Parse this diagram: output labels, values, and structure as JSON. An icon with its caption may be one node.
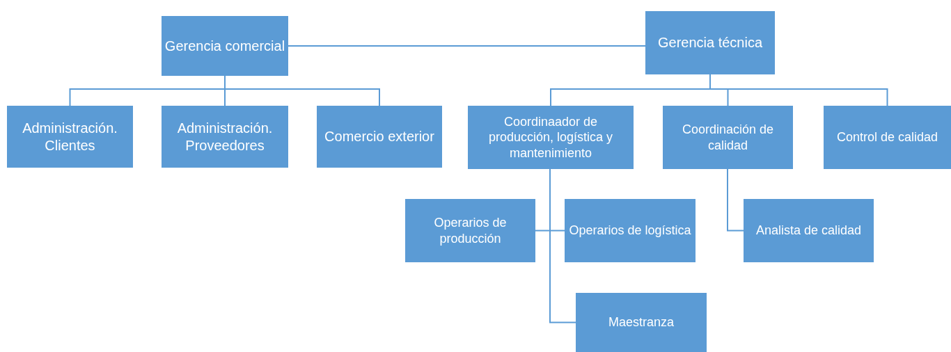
{
  "diagram": {
    "nodes": [
      {
        "text": [
          "Gerencia comercial"
        ]
      },
      {
        "text": [
          "Gerencia técnica"
        ]
      },
      {
        "text": [
          "Administración. Clientes"
        ]
      },
      {
        "text": [
          "Administración. Proveedores"
        ]
      },
      {
        "text": [
          "Comercio exterior"
        ]
      },
      {
        "text": [
          "Coordinaador de producción, logística y mantenimiento"
        ]
      },
      {
        "text": [
          "Coordinación de calidad"
        ]
      },
      {
        "text": [
          "Control de calidad"
        ]
      },
      {
        "text": [
          "Operarios de producción"
        ]
      },
      {
        "text": [
          "Operarios de logística"
        ]
      },
      {
        "text": [
          "Analista de calidad"
        ]
      },
      {
        "text": [
          "Maestranza"
        ]
      }
    ],
    "edges": [
      {
        "from": 0,
        "to": 1,
        "arrow": "none"
      },
      {
        "from": 0,
        "to": 2,
        "arrow": "none"
      },
      {
        "from": 0,
        "to": 3,
        "arrow": "none"
      },
      {
        "from": 0,
        "to": 4,
        "arrow": "none"
      },
      {
        "from": 1,
        "to": 5,
        "arrow": "none"
      },
      {
        "from": 1,
        "to": 6,
        "arrow": "none"
      },
      {
        "from": 1,
        "to": 7,
        "arrow": "none"
      },
      {
        "from": 5,
        "to": 8,
        "arrow": "none"
      },
      {
        "from": 5,
        "to": 9,
        "arrow": "none"
      },
      {
        "from": 5,
        "to": 11,
        "arrow": "none"
      },
      {
        "from": 6,
        "to": 10,
        "arrow": "none"
      }
    ]
  }
}
